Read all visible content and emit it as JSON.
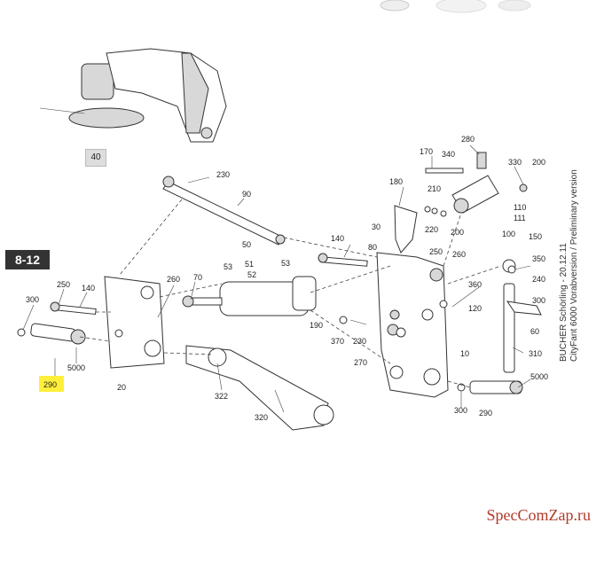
{
  "page_badge": "8-12",
  "overview_label": "40",
  "highlighted_label": "290",
  "side_text": {
    "line1": "BUCHER Schörling - 20.12.11",
    "line2": "CityFant 6000 Vorabversion / Preliminary version"
  },
  "watermark": "SpecComZap.ru",
  "part_labels": {
    "p300_left": "300",
    "p250_left": "250",
    "p140_left": "140",
    "p290_left": "290",
    "p5000_left": "5000",
    "p20": "20",
    "p260_left": "260",
    "p70": "70",
    "p230_top": "230",
    "p90": "90",
    "p50": "50",
    "p53_a": "53",
    "p51": "51",
    "p52": "52",
    "p53_b": "53",
    "p140_mid": "140",
    "p322": "322",
    "p320": "320",
    "p170": "170",
    "p340": "340",
    "p280": "280",
    "p330": "330",
    "p200_top": "200",
    "p180": "180",
    "p210": "210",
    "p30": "30",
    "p220": "220",
    "p200_mid": "200",
    "p110": "110",
    "p111": "111",
    "p100": "100",
    "p80": "80",
    "p250_right": "250",
    "p260_right": "260",
    "p150": "150",
    "p350": "350",
    "p240": "240",
    "p360": "360",
    "p300_right": "300",
    "p120": "120",
    "p190": "190",
    "p370": "370",
    "p230_mid": "230",
    "p270": "270",
    "p10": "10",
    "p60": "60",
    "p310": "310",
    "p5000_right": "5000",
    "p300_bottom": "300",
    "p290_bottom": "290"
  }
}
